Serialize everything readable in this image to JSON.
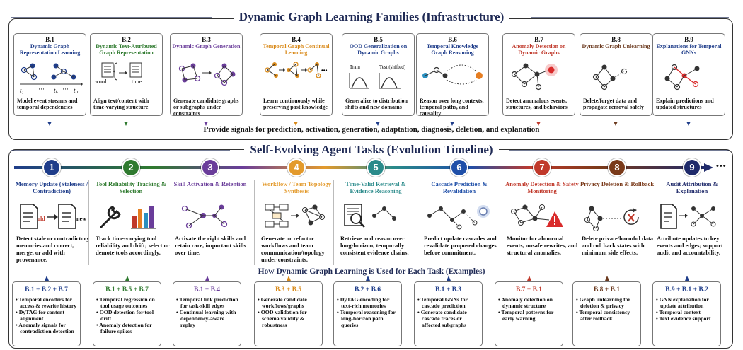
{
  "infra_title": "Dynamic Graph Learning Families (Infrastructure)",
  "tasks_title": "Self-Evolving Agent Tasks (Evolution Timeline)",
  "signal_text": "Provide signals for prediction, activation, generation, adaptation, diagnosis, deletion, and explanation",
  "howto_title": "How Dynamic Graph Learning is Used for Each Task (Examples)",
  "timeline_ellipsis": "•••",
  "families": [
    {
      "code": "B.1",
      "title": "Dynamic Graph Representation Learning",
      "desc": "Model event streams and temporal dependencies",
      "color": "#1f3d8a",
      "labels": {
        "t1": "t₁",
        "tk": "tₖ",
        "tn": "tₙ",
        "dots": "···"
      }
    },
    {
      "code": "B.2",
      "title": "Dynamic Text-Attributed Graph Representation",
      "desc": "Align text/content with time-varying structure",
      "color": "#2f7a2f",
      "labels": {
        "word": "word",
        "time": "time"
      }
    },
    {
      "code": "B.3",
      "title": "Dynamic Graph Generation",
      "desc": "Generate candidate graphs or subgraphs under constraints",
      "color": "#6a3d9a"
    },
    {
      "code": "B.4",
      "title": "Temporal Graph Continual Learning",
      "desc": "Learn continuously while preserving past knowledge",
      "color": "#d98a1a",
      "labels": {
        "dots": "•••"
      }
    },
    {
      "code": "B.5",
      "title": "OOD Generalization on Dynamic Graphs",
      "desc": "Generalize to distribution shifts and new domains",
      "color": "#1f3d8a",
      "labels": {
        "train": "Train",
        "test": "Test (shifted)"
      }
    },
    {
      "code": "B.6",
      "title": "Temporal Knowledge Graph Reasoning",
      "desc": "Reason over long contexts, temporal paths, and causality",
      "color": "#1f3d8a"
    },
    {
      "code": "B.7",
      "title": "Anomaly Detection on Dynamic Graphs",
      "desc": "Detect anomalous events, structures, and behaviors",
      "color": "#c0392b"
    },
    {
      "code": "B.8",
      "title": "Dynamic Graph Unlearning",
      "desc": "Delete/forget data and propagate removal safely",
      "color": "#6b3a1f"
    },
    {
      "code": "B.9",
      "title": "Explanations for Temporal GNNs",
      "desc": "Explain predictions and updated structures",
      "color": "#1f3d8a"
    }
  ],
  "tasks": [
    {
      "num": "1",
      "title": "Memory Update (Staleness / Contradiction)",
      "desc": "Detect stale or contradictory memories and correct, merge, or add with provenance.",
      "color": "#1f3d8a",
      "labels": {
        "old": "old",
        "new": "new"
      }
    },
    {
      "num": "2",
      "title": "Tool Reliability Tracking & Selection",
      "desc": "Track time-varying tool reliability and drift; select or demote tools accordingly.",
      "color": "#2f7a2f"
    },
    {
      "num": "3",
      "title": "Skill Activation & Retention",
      "desc": "Activate the right skills and retain rare, important skills over time.",
      "color": "#6a3d9a"
    },
    {
      "num": "4",
      "title": "Workflow / Team Topology Synthesis",
      "desc": "Generate or refactor workflows and team communication/topology under constraints.",
      "color": "#e39a2c"
    },
    {
      "num": "5",
      "title": "Time-Valid Retrieval & Evidence Reasoning",
      "desc": "Retrieve and reason over long-horizon, temporally consistent evidence chains.",
      "color": "#2a8a8a"
    },
    {
      "num": "6",
      "title": "Cascade Prediction & Revalidation",
      "desc": "Predict update cascades and revalidate proposed changes before commitment.",
      "color": "#1f4fa8"
    },
    {
      "num": "7",
      "title": "Anomaly Detection & Safety Monitoring",
      "desc": "Monitor for abnormal events, unsafe rewrites, and structural anomalies.",
      "color": "#c0392b"
    },
    {
      "num": "8",
      "title": "Privacy Deletion & Rollback",
      "desc": "Delete private/harmful data and roll back states with minimum side effects.",
      "color": "#7a3a1a"
    },
    {
      "num": "9",
      "title": "Audit Attribution & Explanation",
      "desc": "Attribute updates to key events and edges; support audit and accountability.",
      "color": "#1f2a6a"
    }
  ],
  "examples": [
    {
      "code": "B.1 + B.2 + B.7",
      "color": "#1f3d8a",
      "items": [
        "Temporal encoders for access & rewrite history",
        "DyTAG for content alignment",
        "Anomaly signals for contradiction detection"
      ]
    },
    {
      "code": "B.1 + B.5 + B.7",
      "color": "#2f7a2f",
      "items": [
        "Temporal regression on tool usage outcomes",
        "OOD detection for tool drift",
        "Anomaly detection for failure spikes"
      ]
    },
    {
      "code": "B.1 + B.4",
      "color": "#6a3d9a",
      "items": [
        "Temporal link prediction for task-skill edges",
        "Continual learning with dependency-aware replay"
      ]
    },
    {
      "code": "B.3 + B.5",
      "color": "#d98a1a",
      "items": [
        "Generate candidate workflows/graphs",
        "OOD validation for schema validity & robustness"
      ]
    },
    {
      "code": "B.2 + B.6",
      "color": "#1f3d8a",
      "items": [
        "DyTAG encoding for text-rich memories",
        "Temporal reasoning for long-horizon path queries"
      ]
    },
    {
      "code": "B.1 + B.3",
      "color": "#1f3d8a",
      "items": [
        "Temporal GNNs for cascade prediction",
        "Generate candidate cascade traces or affected subgraphs"
      ]
    },
    {
      "code": "B.7 + B.1",
      "color": "#c0392b",
      "items": [
        "Anomaly detection on dynamic structure",
        "Temporal patterns for early warning"
      ]
    },
    {
      "code": "B.8 + B.1",
      "color": "#6b3a1f",
      "items": [
        "Graph unlearning for deletion & privacy",
        "Temporal consistency after rollback"
      ]
    },
    {
      "code": "B.9 + B.1 + B.2",
      "color": "#1f3d8a",
      "items": [
        "GNN explanation for update attribution",
        "Temporal context",
        "Text evidence support"
      ]
    }
  ]
}
